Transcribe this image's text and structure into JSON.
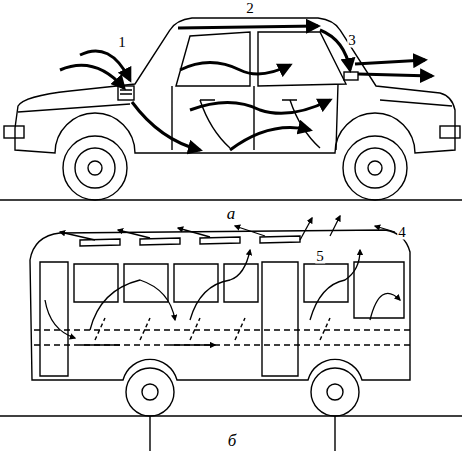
{
  "diagram": {
    "labels": [
      "1",
      "2",
      "3",
      "а",
      "4",
      "5",
      "б"
    ]
  }
}
